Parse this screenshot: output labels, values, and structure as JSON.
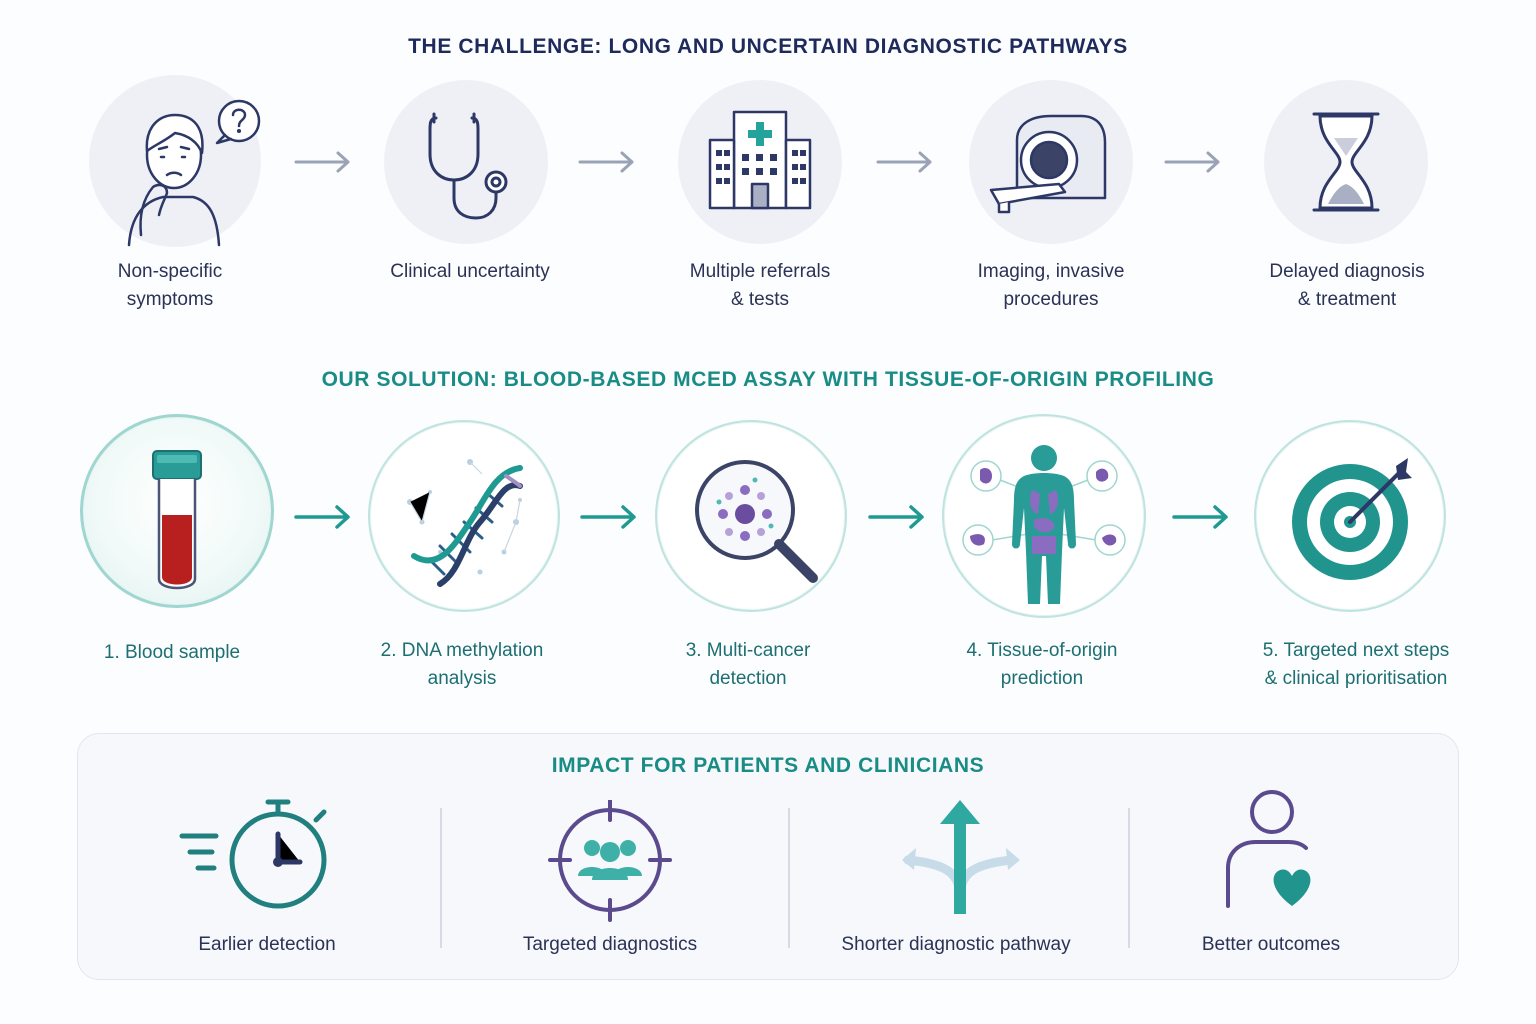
{
  "challenge": {
    "title": "THE CHALLENGE: LONG AND UNCERTAIN DIAGNOSTIC PATHWAYS",
    "steps": [
      {
        "line1": "Non-specific",
        "line2": "symptoms",
        "icon": "confused-person-icon"
      },
      {
        "line1": "Clinical uncertainty",
        "line2": "",
        "icon": "stethoscope-icon"
      },
      {
        "line1": "Multiple referrals",
        "line2": "& tests",
        "icon": "hospital-icon"
      },
      {
        "line1": "Imaging, invasive",
        "line2": "procedures",
        "icon": "mri-scanner-icon"
      },
      {
        "line1": "Delayed diagnosis",
        "line2": "& treatment",
        "icon": "hourglass-icon"
      }
    ]
  },
  "solution": {
    "title": "OUR SOLUTION: BLOOD-BASED MCED ASSAY WITH TISSUE-OF-ORIGIN PROFILING",
    "steps": [
      {
        "line1": "1. Blood sample",
        "line2": "",
        "icon": "blood-tube-icon"
      },
      {
        "line1": "2. DNA methylation",
        "line2": "analysis",
        "icon": "dna-helix-icon"
      },
      {
        "line1": "3. Multi-cancer",
        "line2": "detection",
        "icon": "magnifier-icon"
      },
      {
        "line1": "4. Tissue-of-origin",
        "line2": "prediction",
        "icon": "body-organs-icon"
      },
      {
        "line1": "5. Targeted next steps",
        "line2": "& clinical prioritisation",
        "icon": "target-icon"
      }
    ]
  },
  "impact": {
    "title": "IMPACT FOR PATIENTS AND CLINICIANS",
    "items": [
      {
        "label": "Earlier detection",
        "icon": "stopwatch-icon"
      },
      {
        "label": "Targeted diagnostics",
        "icon": "group-target-icon"
      },
      {
        "label": "Shorter diagnostic pathway",
        "icon": "branching-arrows-icon"
      },
      {
        "label": "Better outcomes",
        "icon": "person-heart-icon"
      }
    ]
  },
  "colors": {
    "navy": "#1f2a5c",
    "teal": "#1a8c86",
    "purple": "#5b4a8e",
    "blood": "#b8201f"
  }
}
